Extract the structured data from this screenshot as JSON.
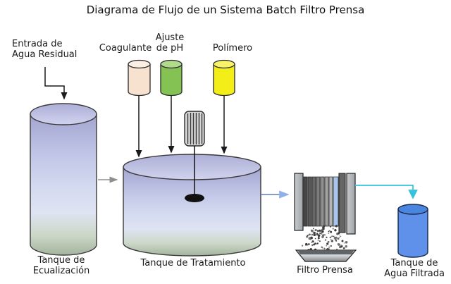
{
  "title": "Diagrama de Flujo de un Sistema Batch Filtro Prensa",
  "labels": {
    "inlet_line1": "Entrada de",
    "inlet_line2": "Agua Residual",
    "coagulant": "Coagulante",
    "ph_line1": "Ajuste",
    "ph_line2": "de pH",
    "polymer": "Polímero",
    "equalization_line1": "Tanque de",
    "equalization_line2": "Ecualización",
    "treatment": "Tanque de Tratamiento",
    "filter_press": "Filtro Prensa",
    "filtered_line1": "Tanque de",
    "filtered_line2": "Agua Filtrada"
  },
  "colors": {
    "coagulant_body": "#f7e2d0",
    "coagulant_top": "#fbeee2",
    "ph_body": "#84c353",
    "ph_top": "#b2da8c",
    "polymer_body": "#f3ee18",
    "polymer_top": "#f8f468",
    "filtered_water_body": "#5f90ea",
    "filtered_water_top": "#4a86e0",
    "filter_plate_blue": "#a8c6ec",
    "flow_feed_gray": "#8f8f8f",
    "flow_to_press_line": "#5b7cc0",
    "flow_to_press_head": "#8fb0e8",
    "flow_filtrate_cyan": "#35c4dc",
    "dosing_arrow": "#1a1a1a"
  }
}
